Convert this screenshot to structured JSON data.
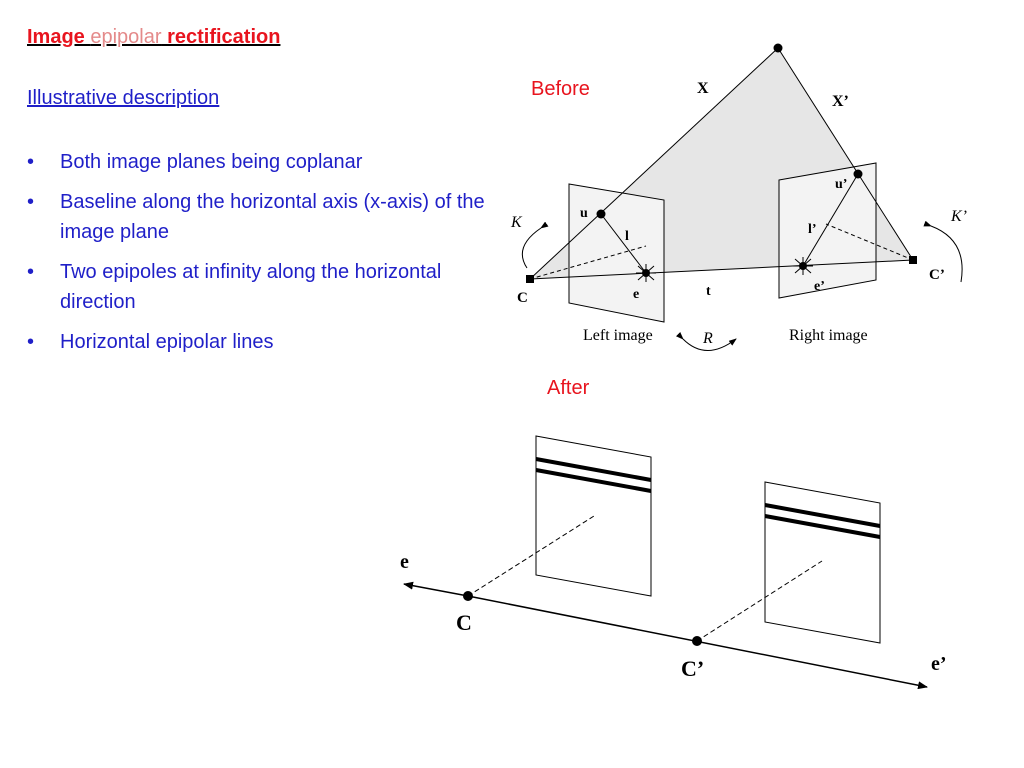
{
  "header": {
    "title_part1": "Image ",
    "title_part2": "epipolar",
    "title_part3": " rectification",
    "subtitle": "Illustrative description"
  },
  "bullets": [
    "Both image planes being coplanar",
    "Baseline along the horizontal axis (x-axis) of the image plane",
    "Two epipoles at infinity along the horizontal direction",
    "Horizontal epipolar lines"
  ],
  "bullet_symbol": "•",
  "labels": {
    "before": "Before",
    "after": "After"
  },
  "diagram_before": {
    "X": "X",
    "X_prime": "X’",
    "u": "u",
    "u_prime": "u’",
    "l": "l",
    "l_prime": "l’",
    "C": "C",
    "C_prime": "C’",
    "e": "e",
    "e_prime": "e’",
    "t": "t",
    "K": "K",
    "K_prime": "K’",
    "R": "R",
    "left_image": "Left image",
    "right_image": "Right image"
  },
  "diagram_after": {
    "e": "e",
    "e_prime": "e’",
    "C": "C",
    "C_prime": "C’"
  },
  "colors": {
    "title_red": "#e8141e",
    "title_pink": "#e48a8a",
    "text_blue": "#1f1fc8",
    "label_red": "#e8141e",
    "plane_fill": "#e6e6e6"
  }
}
